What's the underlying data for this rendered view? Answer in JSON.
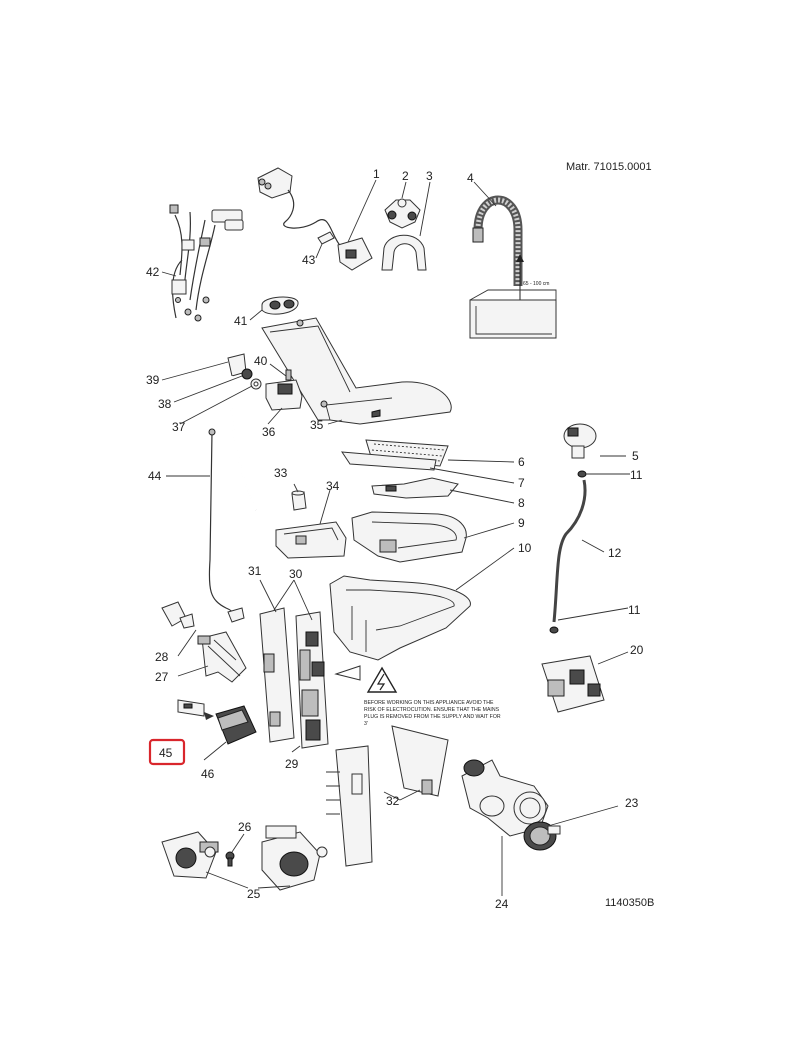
{
  "diagram": {
    "material_number": "Matr. 71015.0001",
    "drawing_number": "1140350B",
    "highlight_color": "#d9262c",
    "highlighted_label": "45",
    "hose_height_note": "65 - 100 cm",
    "warning_text": [
      "BEFORE WORKING ON THIS APPLIANCE AVOID THE",
      "RISK OF ELECTROCUTION. ENSURE THAT THE MAINS",
      "PLUG IS REMOVED FROM THE SUPPLY AND WAIT FOR",
      "3'"
    ],
    "labels": {
      "l1": "1",
      "l2": "2",
      "l3": "3",
      "l4": "4",
      "l5": "5",
      "l6": "6",
      "l7": "7",
      "l8": "8",
      "l9": "9",
      "l10": "10",
      "l11a": "11",
      "l11b": "11",
      "l12": "12",
      "l20": "20",
      "l23": "23",
      "l24": "24",
      "l25": "25",
      "l26": "26",
      "l27": "27",
      "l28": "28",
      "l29": "29",
      "l30": "30",
      "l31": "31",
      "l32": "32",
      "l33": "33",
      "l34": "34",
      "l35": "35",
      "l36": "36",
      "l37": "37",
      "l38": "38",
      "l39": "39",
      "l40": "40",
      "l41": "41",
      "l42": "42",
      "l43": "43",
      "l44": "44",
      "l45": "45",
      "l46": "46"
    }
  }
}
